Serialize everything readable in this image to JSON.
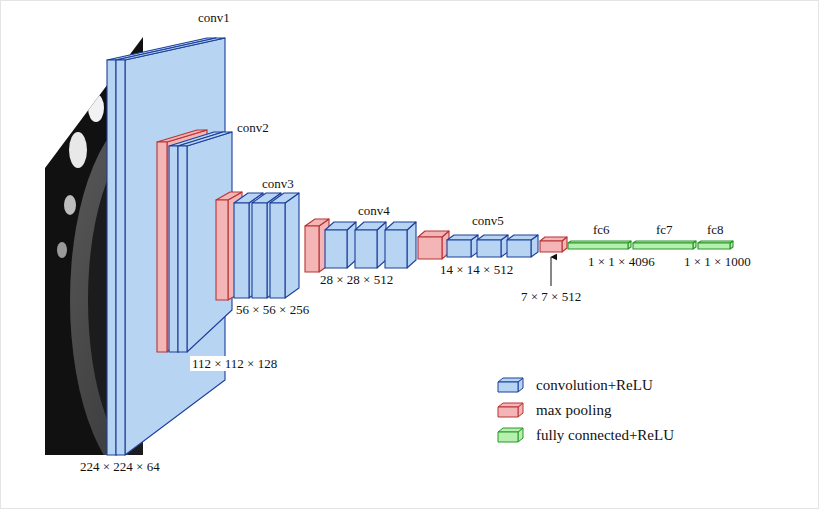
{
  "diagram": {
    "labels": [
      "conv1",
      "conv2",
      "conv3",
      "conv4",
      "conv5",
      "fc6",
      "fc7",
      "fc8",
      "224 × 224 × 64",
      "112 × 112 × 128",
      "56 × 56 × 256",
      "28 × 28 × 512",
      "14 × 14 × 512",
      "7 × 7 × 512",
      "1 × 1 × 4096",
      "1 × 1 × 1000"
    ],
    "legend": [
      {
        "text": "convolution+ReLU",
        "color": "#b7d5f2"
      },
      {
        "text": "max pooling",
        "color": "#f3b5b5"
      },
      {
        "text": "fully connected+ReLU",
        "color": "#b5f0ae"
      }
    ]
  }
}
